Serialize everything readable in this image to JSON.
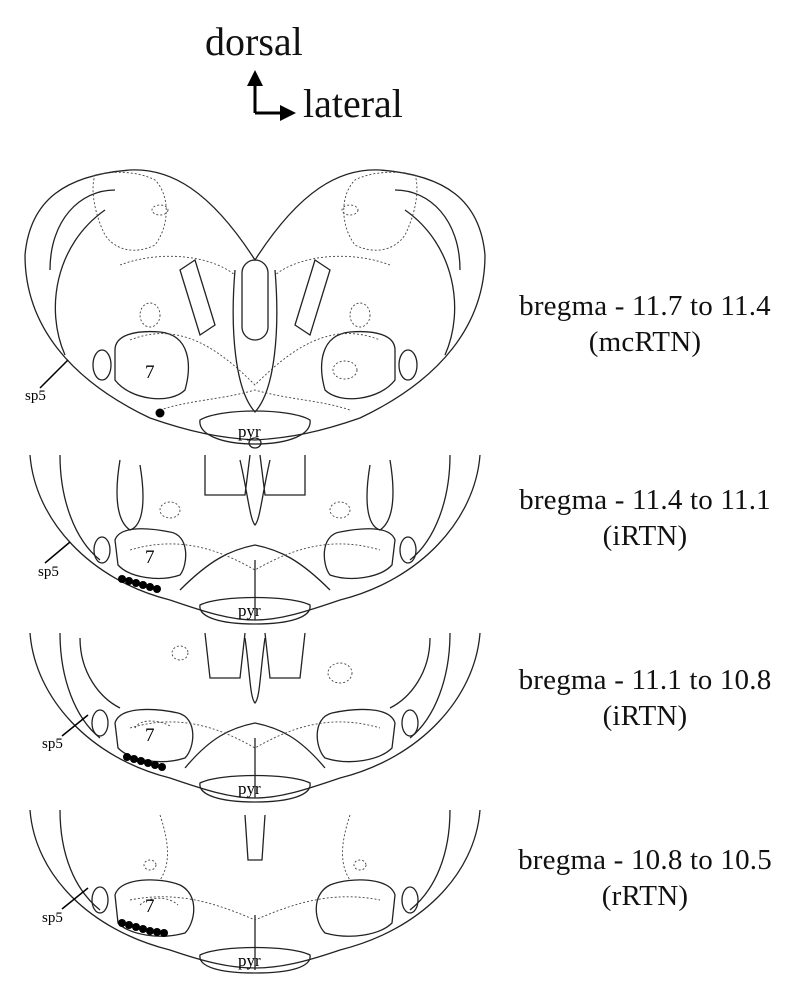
{
  "orientation": {
    "dorsal_label": "dorsal",
    "lateral_label": "lateral"
  },
  "structure_labels": {
    "spinal_trigeminal": "sp5",
    "facial_nucleus": "7",
    "pyramid": "pyr"
  },
  "sections": [
    {
      "bregma": "bregma - 11.7 to 11.4",
      "region": "(mcRTN)"
    },
    {
      "bregma": "bregma - 11.4 to 11.1",
      "region": "(iRTN)"
    },
    {
      "bregma": "bregma - 11.1 to 10.8",
      "region": "(iRTN)"
    },
    {
      "bregma": "bregma - 10.8 to 10.5",
      "region": "(rRTN)"
    }
  ]
}
